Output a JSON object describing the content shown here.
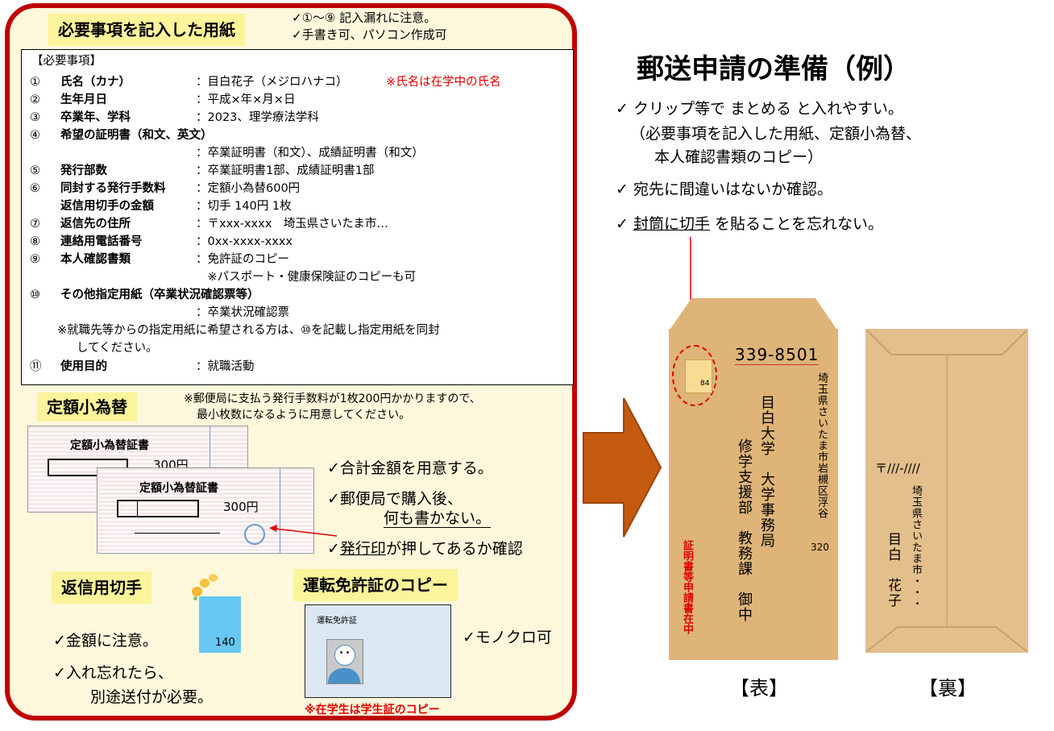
{
  "left": {
    "heading": "必要事項を記入した用紙",
    "heading_notes": [
      "✓①～⑨ 記入漏れに注意。",
      "✓手書き可、パソコン作成可"
    ],
    "requirements": {
      "title": "【必要事項】",
      "rows": [
        {
          "num": "①",
          "label": "氏名（カナ）",
          "value": "：目白花子（メジロハナコ）",
          "note": "※氏名は在学中の氏名"
        },
        {
          "num": "②",
          "label": "生年月日",
          "value": "：平成×年×月×日",
          "note": ""
        },
        {
          "num": "③",
          "label": "卒業年、学科",
          "value": "：2023、理学療法学科",
          "note": ""
        },
        {
          "num": "④",
          "label": "希望の証明書（和文、英文）",
          "value": "",
          "note": ""
        },
        {
          "num": "",
          "label": "",
          "value": "：卒業証明書（和文）、成績証明書（和文）",
          "note": ""
        },
        {
          "num": "⑤",
          "label": "発行部数",
          "value": "：卒業証明書1部、成績証明書1部",
          "note": ""
        },
        {
          "num": "⑥",
          "label": "同封する発行手数料",
          "value": "：定額小為替600円",
          "note": ""
        },
        {
          "num": "",
          "label": "返信用切手の金額",
          "value": "：切手 140円 1枚",
          "note": ""
        },
        {
          "num": "⑦",
          "label": "返信先の住所",
          "value": "：〒xxx-xxxx　埼玉県さいたま市…",
          "note": ""
        },
        {
          "num": "⑧",
          "label": "連絡用電話番号",
          "value": "：0xx-xxxx-xxxx",
          "note": ""
        },
        {
          "num": "⑨",
          "label": "本人確認書類",
          "value": "：免許証のコピー",
          "note": ""
        },
        {
          "num": "",
          "label": "",
          "value": "　※パスポート・健康保険証のコピーも可",
          "note": ""
        },
        {
          "num": "⑩",
          "label": "その他指定用紙（卒業状況確認票等）",
          "value": "",
          "note": ""
        },
        {
          "num": "",
          "label": "",
          "value": "：卒業状況確認票",
          "note": ""
        }
      ],
      "footnote1": "※就職先等からの指定用紙に希望される方は、⑩を記載し指定用紙を同封",
      "footnote2": "してください。",
      "last": {
        "num": "⑪",
        "label": "使用目的",
        "value": "：就職活動"
      }
    },
    "money_order": {
      "heading": "定額小為替",
      "note1": "※郵便局に支払う発行手数料が1枚200円かかりますので、",
      "note2": "最小枚数になるように用意してください。",
      "card_title": "定額小為替証書",
      "card_amount": "300円",
      "checks": [
        "✓合計金額を用意する。",
        "✓郵便局で購入後、",
        "何も書かない。",
        "✓",
        "発行印",
        "が押してあるか確認"
      ]
    },
    "stamp": {
      "heading": "返信用切手",
      "value": "140",
      "checks": [
        "✓金額に注意。",
        "✓入れ忘れたら、",
        "別途送付が必要。"
      ]
    },
    "license": {
      "heading": "運転免許証のコピー",
      "card_label": "運転免許証",
      "check": "✓モノクロ可",
      "note": "※在学生は学生証のコピー"
    }
  },
  "right": {
    "title": "郵送申請の準備（例）",
    "lines": [
      "✓ クリップ等で まとめる と入れやすい。",
      "（必要事項を記入した用紙、定額小為替、",
      "本人確認書類のコピー）",
      "✓ 宛先に間違いはないか確認。"
    ],
    "line4_prefix": "✓ ",
    "line4_underlined": "封筒に切手",
    "line4_rest": " を貼ることを忘れない。",
    "front": {
      "stamp_value": "84",
      "postal_code": "339-8501",
      "address": "埼玉県さいたま市岩槻区浮谷",
      "address_num": "320",
      "recipient1": "目白大学　大学事務局",
      "recipient2": "修学支援部　教務課　御中",
      "red_note": "証明書等申請書在中",
      "label": "【表】"
    },
    "back": {
      "postal": "〒///-////",
      "address": "埼玉県さいたま市・・・",
      "name": "目白　花子",
      "label": "【裏】"
    }
  },
  "colors": {
    "frame": "#c00000",
    "highlight": "#fcf49a",
    "envelope": "#dfb478",
    "arrow": "#c55a11",
    "red_text": "#e00000"
  }
}
